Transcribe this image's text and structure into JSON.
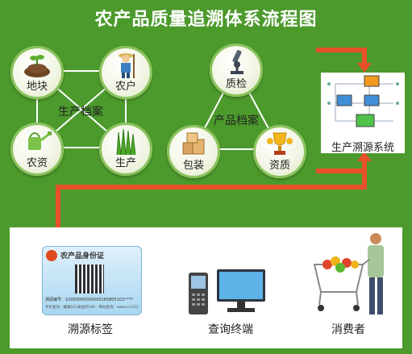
{
  "title": "农产品质量追溯体系流程图",
  "production_archive": {
    "label": "生产档案",
    "nodes": [
      "地块",
      "农户",
      "农资",
      "生产"
    ]
  },
  "product_archive": {
    "label": "产品档案",
    "nodes": [
      "质检",
      "包装",
      "资质"
    ]
  },
  "system": {
    "label": "生产溯源系统"
  },
  "card": {
    "title": "农产品身份证",
    "code_label": "溯源编号：100000000000001658051O1****",
    "footer": "手机查询：编辑SS2发送到106 · 网站查询：www.ss2315.com"
  },
  "bottom": {
    "tag_label": "溯源标签",
    "terminal_label": "查询终端",
    "consumer_label": "消费者"
  },
  "colors": {
    "background": "#4c9a2c",
    "arrow": "#e8502a",
    "circle_ring": "#8ac25c"
  }
}
